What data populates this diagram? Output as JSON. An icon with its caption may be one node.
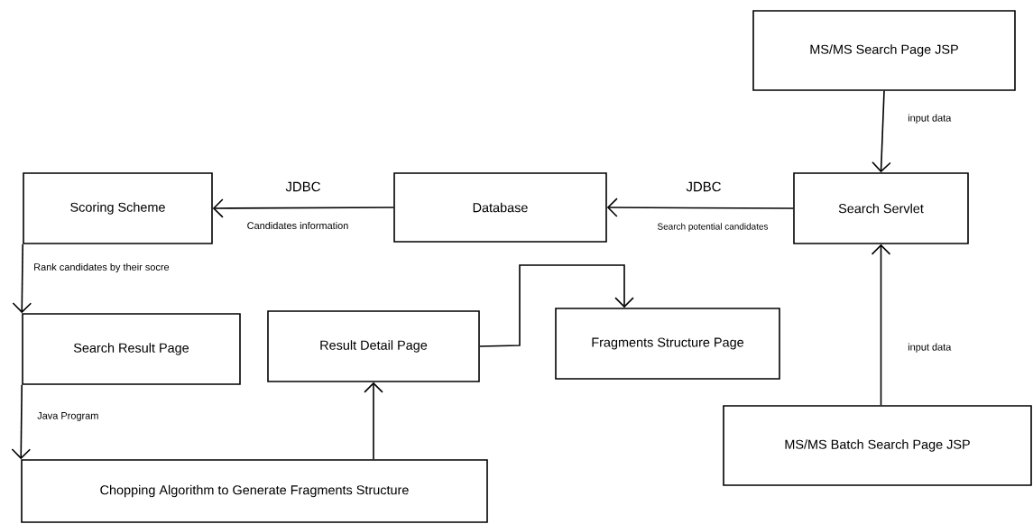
{
  "diagram": {
    "nodes": [
      {
        "text": [
          "MS/MS Search Page JSP"
        ]
      },
      {
        "text": [
          "Search Servlet"
        ]
      },
      {
        "text": [
          "Database"
        ]
      },
      {
        "text": [
          "Scoring Scheme"
        ]
      },
      {
        "text": [
          "Search Result Page"
        ]
      },
      {
        "text": [
          "Result Detail Page"
        ]
      },
      {
        "text": [
          "Fragments Structure Page"
        ]
      },
      {
        "text": [
          "MS/MS Batch Search Page JSP"
        ]
      },
      {
        "text": [
          "Chopping Algorithm to Generate Fragments Structure"
        ]
      }
    ],
    "edges": [
      {
        "from": 0,
        "to": 1,
        "arrow": "to",
        "label": "input data"
      },
      {
        "from": 1,
        "to": 2,
        "arrow": "to",
        "label": "JDBC"
      },
      {
        "from": 2,
        "to": 3,
        "arrow": "to",
        "label": "JDBC"
      },
      {
        "from": 3,
        "to": 4,
        "arrow": "to",
        "label": "Rank candidates by their socre"
      },
      {
        "from": 4,
        "to": 8,
        "arrow": "to",
        "label": "Java Program"
      },
      {
        "from": 8,
        "to": 5,
        "arrow": "to"
      },
      {
        "from": 5,
        "to": 6,
        "arrow": "to"
      },
      {
        "from": 7,
        "to": 1,
        "arrow": "to",
        "label": "input data"
      }
    ],
    "labels": [
      "Search potential candidates",
      "Candidates information"
    ]
  }
}
